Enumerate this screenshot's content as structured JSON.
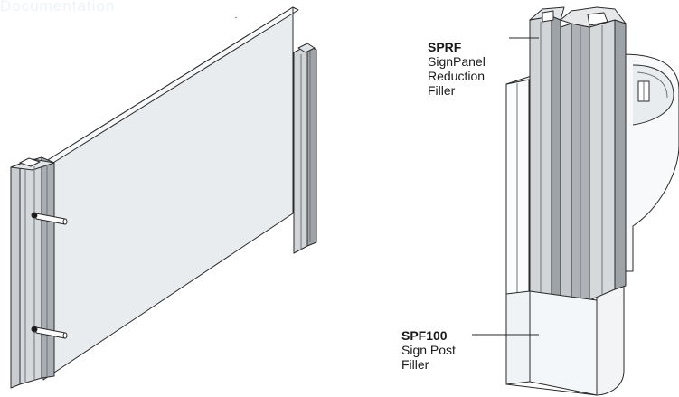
{
  "watermark": "Documentation",
  "labels": {
    "sprf": {
      "code": "SPRF",
      "lines": [
        "SignPanel",
        "Reduction",
        "Filler"
      ]
    },
    "spf100": {
      "code": "SPF100",
      "lines": [
        "Sign Post",
        "Filler"
      ]
    }
  },
  "colors": {
    "panel": "#e9ecee",
    "profile": "#d2d5d8",
    "profile_dark": "#9ea3a8",
    "filler": "#f4f7f9",
    "outline": "#2a2a2a"
  }
}
